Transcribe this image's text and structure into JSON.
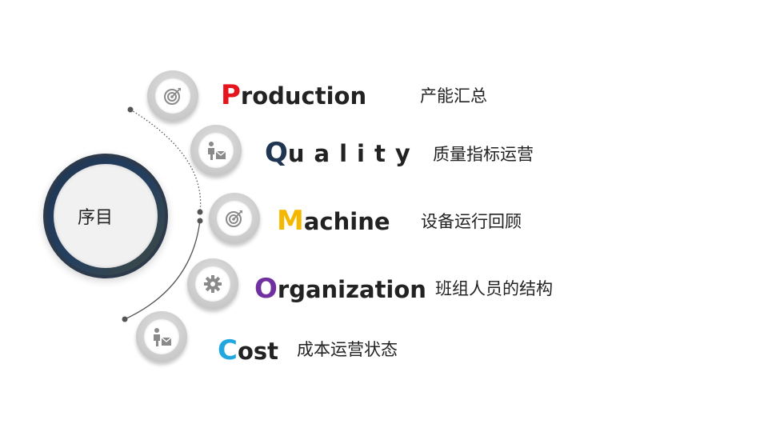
{
  "center": {
    "title": "序目"
  },
  "items": [
    {
      "initial": "P",
      "rest": "roduction",
      "initial_color": "#e5141d",
      "description": "产能汇总",
      "icon": "target-icon"
    },
    {
      "initial": "Q",
      "rest": "uality",
      "initial_color": "#1f3552",
      "description": "质量指标运营",
      "icon": "worker-icon"
    },
    {
      "initial": "M",
      "rest": "achine",
      "initial_color": "#f5b800",
      "description": "设备运行回顾",
      "icon": "target-icon"
    },
    {
      "initial": "O",
      "rest": "rganization",
      "initial_color": "#7030a0",
      "description": "班组人员的结构",
      "icon": "gear-icon"
    },
    {
      "initial": "C",
      "rest": "ost",
      "initial_color": "#21a7e0",
      "description": "成本运营状态",
      "icon": "worker-icon"
    }
  ]
}
